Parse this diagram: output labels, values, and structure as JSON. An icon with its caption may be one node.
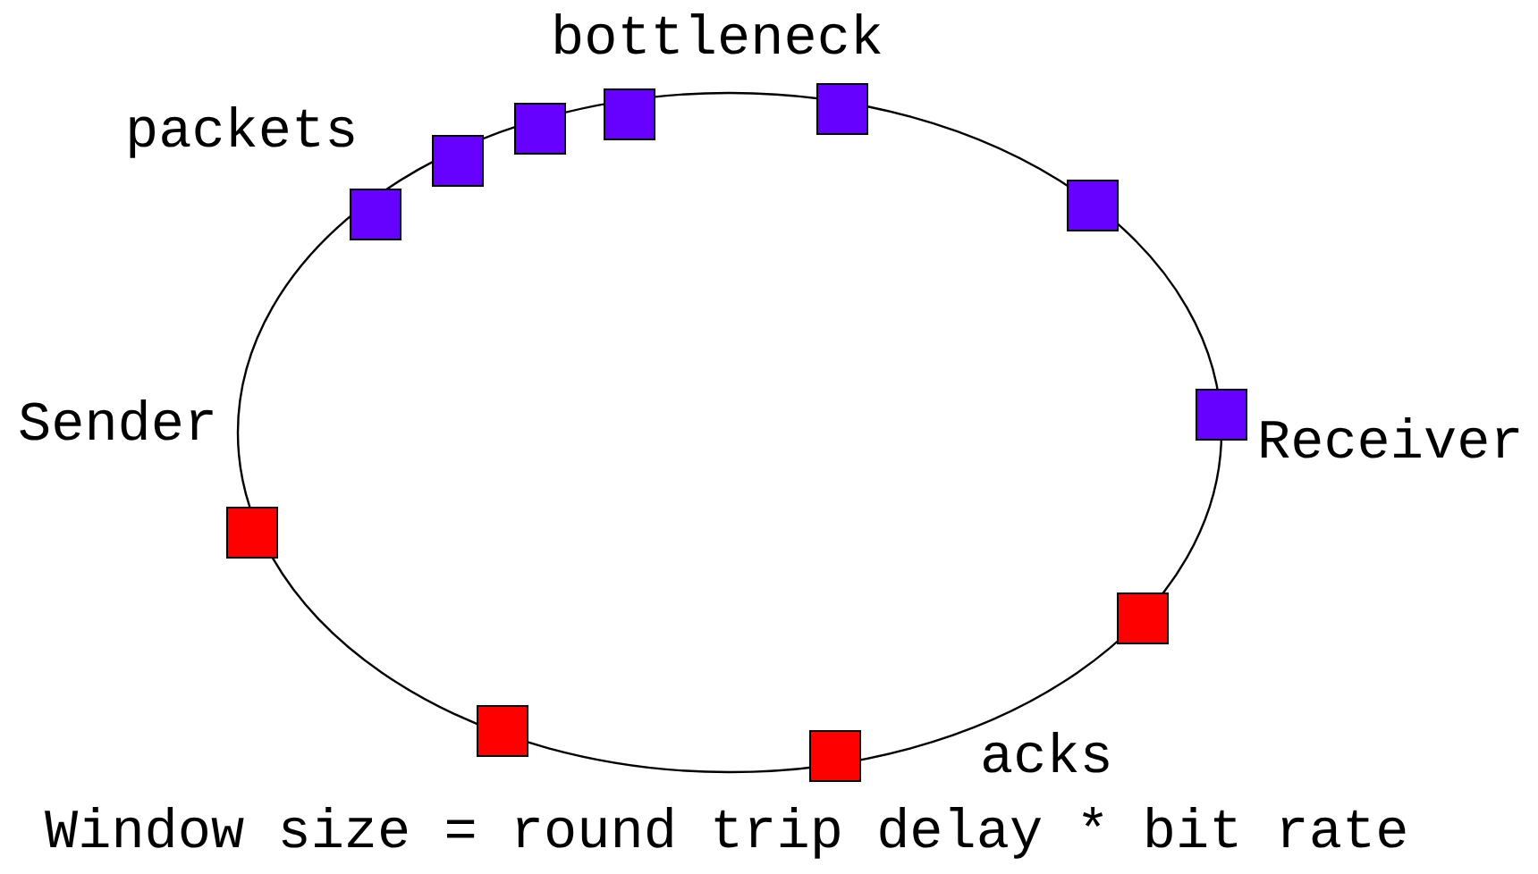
{
  "diagram": {
    "caption": "Window size = round trip delay * bit rate",
    "labels": [
      "bottleneck",
      "packets",
      "Sender",
      "Receiver",
      "acks"
    ]
  }
}
